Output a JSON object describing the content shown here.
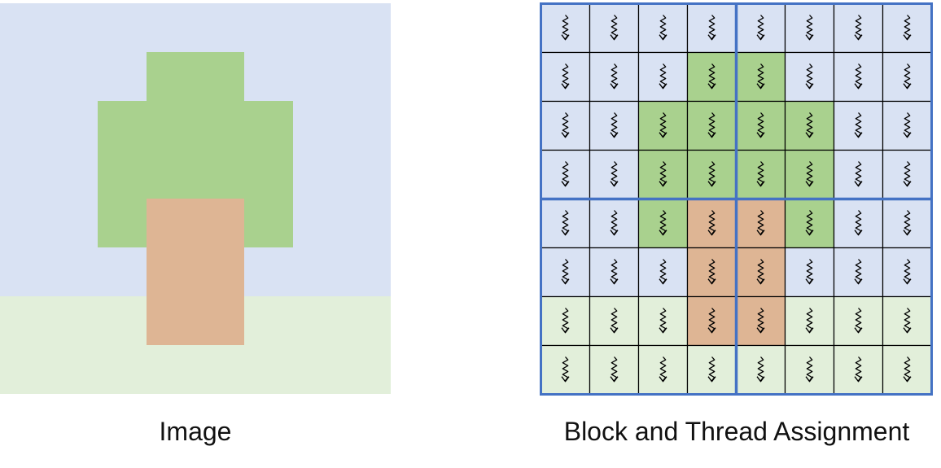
{
  "captions": {
    "image": "Image",
    "grid": "Block and Thread Assignment"
  },
  "colors": {
    "sky": "#d9e2f3",
    "grass": "#e2efda",
    "leaves": "#a9d18e",
    "trunk": "#deb594",
    "block_border": "#4472c4",
    "cell_border": "#000000",
    "thread_glyph": "#000000"
  },
  "legend": {
    "S": "sky",
    "G": "grass",
    "L": "leaves",
    "T": "trunk"
  },
  "pixel_map": [
    "SSSSSSSS",
    "SSSLLSSS",
    "SSLLLLSS",
    "SSLLLLSS",
    "SSLTTLSS",
    "SSSTTSSS",
    "GGGTTGGG",
    "GGGGGGGG"
  ],
  "blocks": {
    "rows": 2,
    "cols": 2,
    "threads_per_block_side": 4
  },
  "thread_icon": "wavy-arrow-down-icon"
}
